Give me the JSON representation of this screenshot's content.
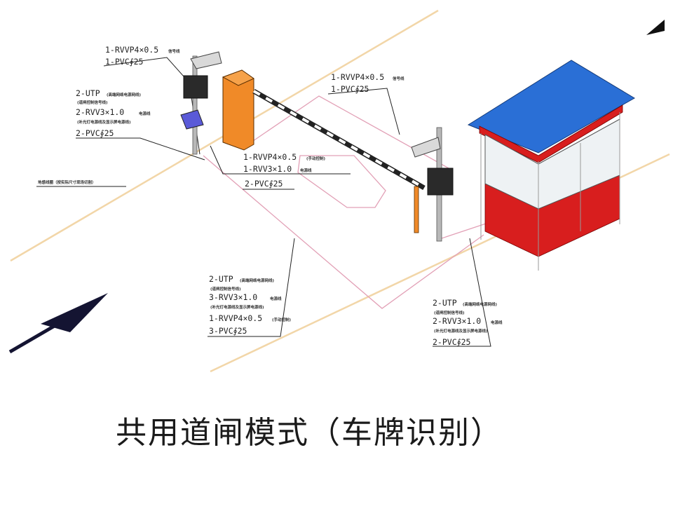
{
  "caption": "共用道闸模式（车牌识别）",
  "labels": {
    "a1": "1-RVVP4×0.5",
    "a1s": "信号线",
    "a2": "1-PVC∮25",
    "b1": "2-UTP",
    "b1s": "(高端网络电源网线)",
    "b2s": "(道闸控制信号线)",
    "b3": "2-RVV3×1.0",
    "b3s": "电源线",
    "b4s": "(补光灯电源线及显示屏电源线)",
    "b5": "2-PVC∮25",
    "c1": "1-RVVP4×0.5",
    "c1s": "信号线",
    "c2": "1-PVC∮25",
    "d1": "1-RVVP4×0.5",
    "d1s": "(手动控制)",
    "d2": "1-RVV3×1.0",
    "d2s": "电源线",
    "d3": "2-PVC∮25",
    "e1": "2-UTP",
    "e1s": "(高端网络电源网线)",
    "e2s": "(道闸控制信号线)",
    "e3": "3-RVV3×1.0",
    "e3s": "电源线",
    "e4s": "(补光灯电源线及显示屏电源线)",
    "e5": "1-RVVP4×0.5",
    "e5s": "(手动控制)",
    "e6": "3-PVC∮25",
    "f1": "2-UTP",
    "f1s": "(高端网络电源网线)",
    "f2s": "(道闸控制信号线)",
    "f3": "2-RVV3×1.0",
    "f3s": "电源线",
    "f4s": "(补光灯电源线及显示屏电源线)",
    "f5": "2-PVC∮25",
    "g1": "地感线圈（按实际尺寸现场切割）"
  },
  "colors": {
    "road": "#f2d6a8",
    "cable": "#e2a0b6",
    "barrier_body": "#f08a28",
    "booth_roof": "#2a6fd6",
    "booth_wall": "#d81e1e",
    "arrow": "#141432"
  }
}
